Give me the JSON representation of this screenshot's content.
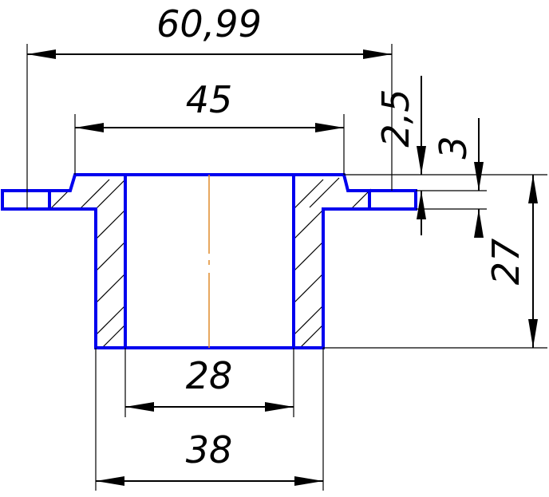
{
  "drawing": {
    "colors": {
      "outline": "#0000ee",
      "dimension": "#000000",
      "centerline": "#e08a2a",
      "background": "#ffffff"
    },
    "dimensions": {
      "flange_diameter": "60,99",
      "collar_diameter": "45",
      "flange_offset": "2,5",
      "flange_thickness": "3",
      "height": "27",
      "bore_diameter": "28",
      "outer_diameter": "38"
    }
  }
}
